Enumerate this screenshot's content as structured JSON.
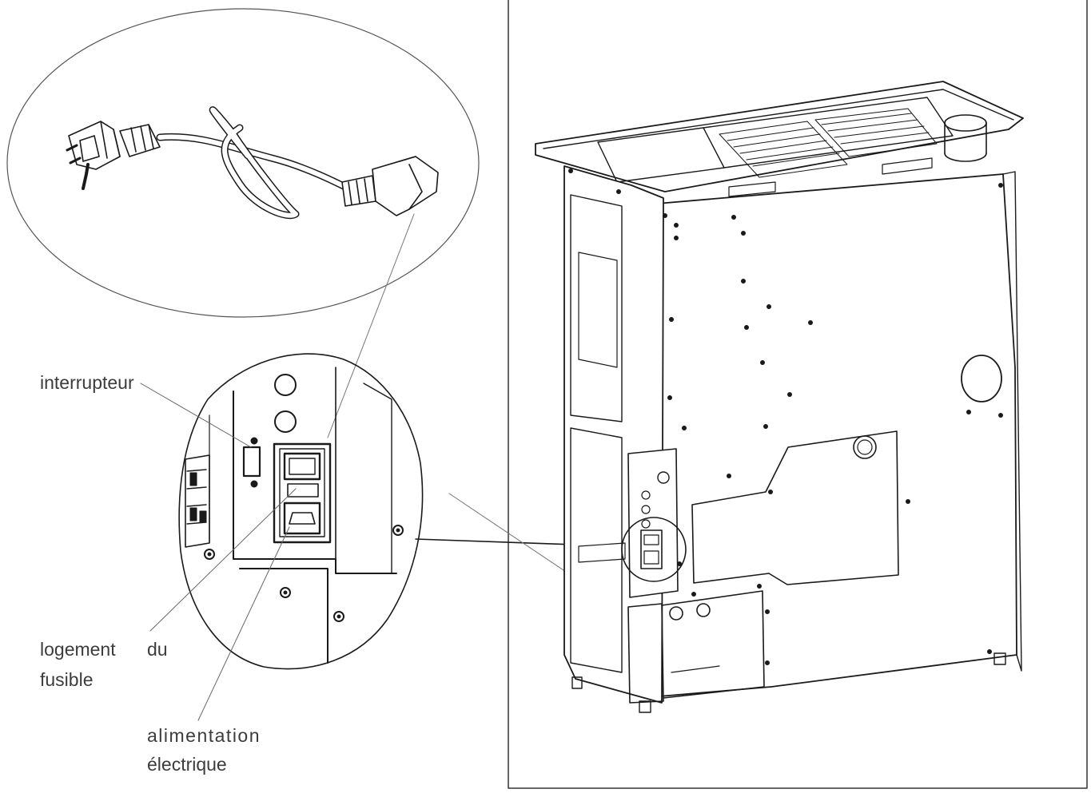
{
  "labels": {
    "switch": "interrupteur",
    "fuse_line1": "logement",
    "fuse_line2": "du",
    "fuse_line3": "fusible",
    "power_line1": "alimentation",
    "power_line2": "électrique"
  },
  "colors": {
    "stroke": "#1a1a1a",
    "thin": "#7a7a7a",
    "text": "#3c3c3c",
    "background": "#ffffff"
  },
  "icons": {
    "cable": "power-cable-icon",
    "stove": "pellet-stove-icon"
  }
}
